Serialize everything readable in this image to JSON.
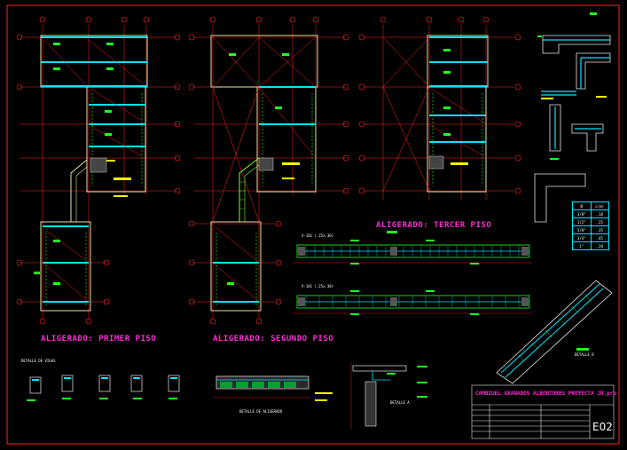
{
  "titles": {
    "primer": "ALIGERADO: PRIMER PISO",
    "segundo": "ALIGERADO: SEGUNDO PISO",
    "tercer": "ALIGERADO: TERCER PISO"
  },
  "details": {
    "vigas": "DETALLE DE VIGAS",
    "aligerado": "DETALLE DE ALIGERADO",
    "detalle_a": "DETALLE A",
    "detalle_b": "DETALLE B"
  },
  "beams": {
    "v1": "V-101 (.25x.30)",
    "v2": "V-101 (.25x.30)"
  },
  "rebar_table": {
    "headers": [
      "Ø",
      "L(m)"
    ],
    "rows": [
      [
        "3/8\"",
        ".18"
      ],
      [
        "1/2\"",
        ".25"
      ],
      [
        "5/8\"",
        ".35"
      ],
      [
        "3/4\"",
        ".45"
      ],
      [
        "1\"",
        ".20"
      ]
    ]
  },
  "title_block": {
    "project": "CAMBIUEL GRANADOS ALBORTORES PROYECTA JR.pro",
    "sheet": "E02"
  },
  "colors": {
    "red": "#ff2020",
    "cyan": "#00e5ff",
    "green": "#22ff22",
    "yellow": "#ffff00",
    "magenta": "#ff2bd6",
    "white": "#ffffff"
  }
}
